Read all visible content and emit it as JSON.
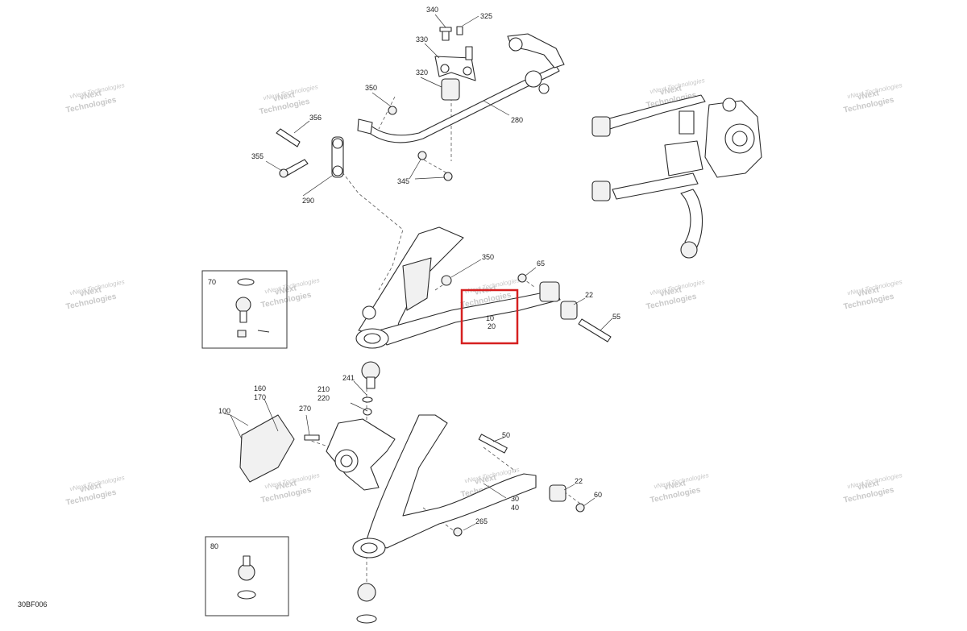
{
  "diagram": {
    "figure_code": "30BF006",
    "watermark": {
      "line1": "vNext",
      "line2": "Technologies",
      "small": "vNext Technologies"
    },
    "callouts": {
      "c340": "340",
      "c325": "325",
      "c330": "330",
      "c320": "320",
      "c280": "280",
      "c350a": "350",
      "c356": "356",
      "c355": "355",
      "c290": "290",
      "c345": "345",
      "c350b": "350",
      "c65": "65",
      "c22a": "22",
      "c55": "55",
      "c10": "10",
      "c20": "20",
      "c70": "70",
      "c241": "241",
      "c160": "160",
      "c170": "170",
      "c210": "210",
      "c220": "220",
      "c100": "100",
      "c270": "270",
      "c50": "50",
      "c22b": "22",
      "c60": "60",
      "c30": "30",
      "c40": "40",
      "c265": "265",
      "c80": "80"
    },
    "highlight_color": "#d62020"
  }
}
